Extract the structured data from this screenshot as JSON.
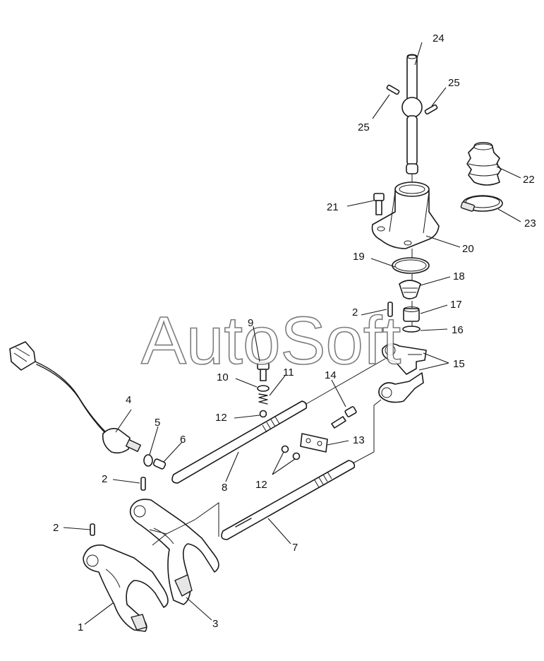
{
  "watermark": "AutoSoft",
  "callouts": {
    "c1": "1",
    "c2a": "2",
    "c2b": "2",
    "c2c": "2",
    "c3": "3",
    "c4": "4",
    "c5": "5",
    "c6": "6",
    "c7": "7",
    "c8": "8",
    "c9": "9",
    "c10": "10",
    "c11": "11",
    "c12a": "12",
    "c12b": "12",
    "c13": "13",
    "c14": "14",
    "c15": "15",
    "c16": "16",
    "c17": "17",
    "c18": "18",
    "c19": "19",
    "c20": "20",
    "c21": "21",
    "c22": "22",
    "c23": "23",
    "c24": "24",
    "c25a": "25",
    "c25b": "25"
  }
}
